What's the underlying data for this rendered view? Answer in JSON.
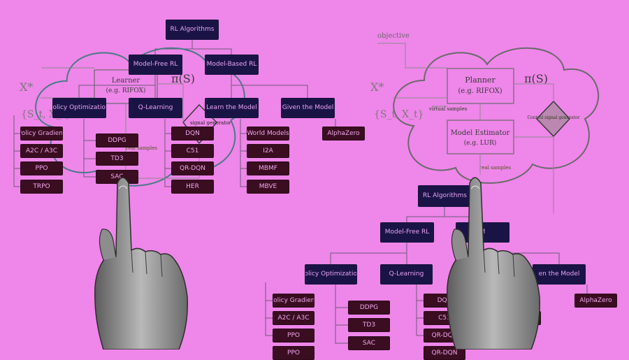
{
  "colors": {
    "background": "#ef86ea",
    "category_fill": "#1a1446",
    "category_text": "#e9a2f3",
    "algorithm_fill": "#3a0d21",
    "algorithm_text": "#f0a8ee",
    "edge": "#6e5a78",
    "cloud_outline": "#4a7a86",
    "diagram_text": "#6a6a6a"
  },
  "taxonomy_left": {
    "root": "RL Algorithms",
    "model_free": "Model-Free RL",
    "model_based": "Model-Based RL",
    "policy_optimization": "Policy Optimization",
    "q_learning": "Q-Learning",
    "learn_the_model": "Learn the Model",
    "given_the_model": "Given the Model",
    "policy_algorithms": [
      "Policy Gradient",
      "A2C / A3C",
      "PPO",
      "TRPO"
    ],
    "hybrid_algorithms": [
      "DDPG",
      "TD3",
      "SAC"
    ],
    "q_algorithms": [
      "DQN",
      "C51",
      "QR-DQN",
      "HER"
    ],
    "learn_model_algorithms": [
      "World Models",
      "I2A",
      "MBMF",
      "MBVE"
    ],
    "given_model_algorithms": [
      "AlphaZero"
    ]
  },
  "taxonomy_right": {
    "root": "RL Algorithms",
    "model_free": "Model-Free RL",
    "model_based": "M",
    "policy_optimization": "Policy Optimization",
    "q_learning": "Q-Learning",
    "given_the_model": "en the Model",
    "policy_algorithms": [
      "Policy Gradient",
      "A2C / A3C",
      "PPO"
    ],
    "hybrid_algorithms": [
      "DDPG",
      "TD3",
      "SAC"
    ],
    "q_algorithms": [
      "DQN",
      "C51",
      "QR-DQN"
    ],
    "learn_model_algorithms": [
      "MBMF"
    ],
    "given_model_algorithms": [
      "AlphaZero"
    ]
  },
  "cloud_left": {
    "learner_title": "Learner",
    "learner_sub": "(e.g. RIFOX)",
    "x_star": "X*",
    "pi_s": "π(S)",
    "state_set": "{S_t, X_t}",
    "signal_generator": "signal generator",
    "real_samples": "real samples"
  },
  "cloud_right": {
    "objective": "objective",
    "planner_title": "Planner",
    "planner_sub": "(e.g. RIFOX)",
    "estimator_title": "Model Estimator",
    "estimator_sub": "(e.g. LUR)",
    "x_star": "X*",
    "pi_s": "π(S)",
    "state_set": "{S_t, X_t}",
    "virtual_samples": "virtual samples",
    "real_samples": "real samples",
    "control_signal_generator": "Control signal generator"
  }
}
